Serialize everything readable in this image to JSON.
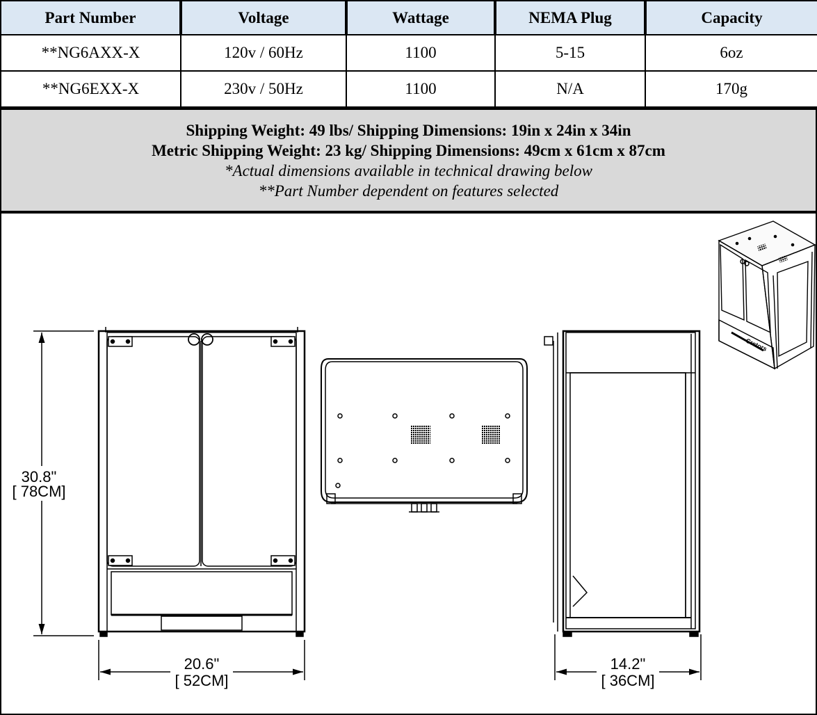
{
  "table": {
    "headers": [
      "Part Number",
      "Voltage",
      "Wattage",
      "NEMA Plug",
      "Capacity"
    ],
    "rows": [
      [
        "**NG6AXX-X",
        "120v / 60Hz",
        "1100",
        "5-15",
        "6oz"
      ],
      [
        "**NG6EXX-X",
        "230v / 50Hz",
        "1100",
        "N/A",
        "170g"
      ]
    ]
  },
  "shipping": {
    "line1": "Shipping Weight: 49 lbs/ Shipping Dimensions: 19in x 24in x 34in",
    "line2": "Metric Shipping Weight: 23 kg/ Shipping Dimensions: 49cm x 61cm x 87cm",
    "note1": "*Actual dimensions available in technical drawing below",
    "note2": "**Part Number dependent on features selected"
  },
  "dimensions": {
    "height_in": "30.8\"",
    "height_cm": "[ 78CM]",
    "width_in": "20.6\"",
    "width_cm": "[ 52CM]",
    "depth_in": "14.2\"",
    "depth_cm": "[ 36CM]"
  },
  "brand_mark": "Cretors"
}
